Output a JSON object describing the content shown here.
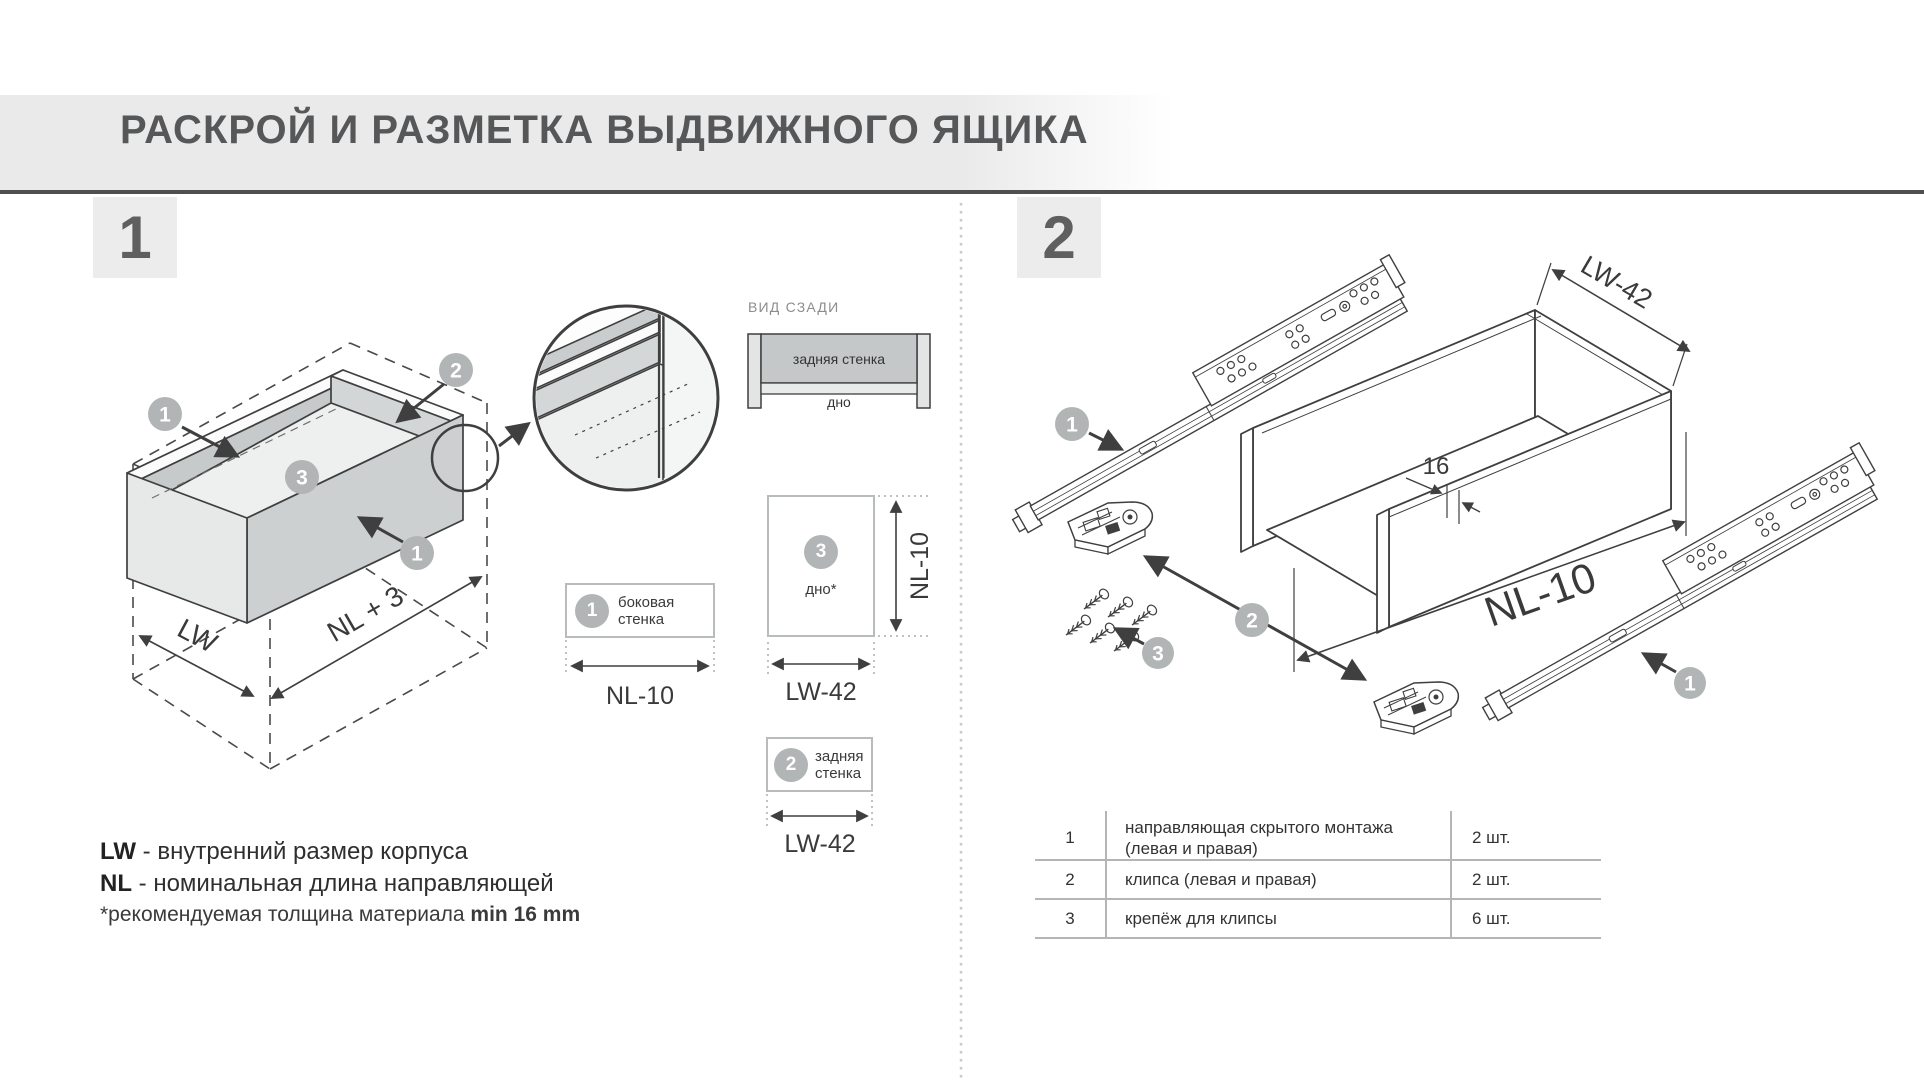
{
  "title": "РАСКРОЙ И РАЗМЕТКА ВЫДВИЖНОГО ЯЩИКА",
  "badges": {
    "one": "1",
    "two": "2"
  },
  "callouts": {
    "n1": "1",
    "n2": "2",
    "n3": "3"
  },
  "dims": {
    "lw": "LW",
    "nl3": "NL + 3",
    "nl10": "NL-10",
    "lw42": "LW-42",
    "t16": "16"
  },
  "rear_view": {
    "title": "ВИД СЗАДИ",
    "back_wall": "задняя стенка",
    "bottom": "дно"
  },
  "cards": {
    "side": "боковая стенка",
    "bottom": "дно*",
    "back": "задняя стенка"
  },
  "legend": {
    "lw_term": "LW",
    "lw_desc": "- внутренний размер корпуса",
    "nl_term": "NL",
    "nl_desc": "- номинальная длина направляющей",
    "footnote": "*рекомендуемая толщина материала",
    "footnote_bold": "min 16 mm"
  },
  "table": {
    "rows": [
      {
        "num": "1",
        "name": "направляющая скрытого монтажа (левая и правая)",
        "qty": "2 шт."
      },
      {
        "num": "2",
        "name": "клипса (левая и правая)",
        "qty": "2 шт."
      },
      {
        "num": "3",
        "name": "крепёж для клипсы",
        "qty": "6 шт."
      }
    ]
  },
  "colors": {
    "accent_gray": "#b2b5b5",
    "line": "#3f3f3f",
    "band": "#eaeaea",
    "rule": "#4f4f4f"
  }
}
